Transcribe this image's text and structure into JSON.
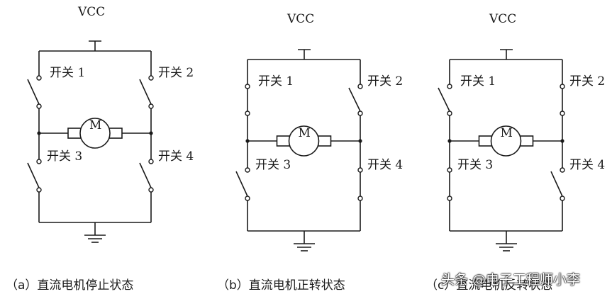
{
  "circuits": [
    {
      "vcc": "VCC",
      "motor": "M",
      "switches": [
        "开关 1",
        "开关 2",
        "开关 3",
        "开关 4"
      ],
      "caption": "（a）直流电机停止状态",
      "switch_closed": [
        false,
        false,
        false,
        false
      ]
    },
    {
      "vcc": "VCC",
      "motor": "M",
      "switches": [
        "开关 1",
        "开关 2",
        "开关 3",
        "开关 4"
      ],
      "caption": "（b）直流电机正转状态",
      "switch_closed": [
        true,
        false,
        false,
        true
      ]
    },
    {
      "vcc": "VCC",
      "motor": "M",
      "switches": [
        "开关 1",
        "开关 2",
        "开关 3",
        "开关 4"
      ],
      "caption": "（c）直流电机反转状态",
      "switch_closed": [
        false,
        true,
        true,
        false
      ]
    }
  ],
  "watermark": "头条 @电子工程师小李"
}
